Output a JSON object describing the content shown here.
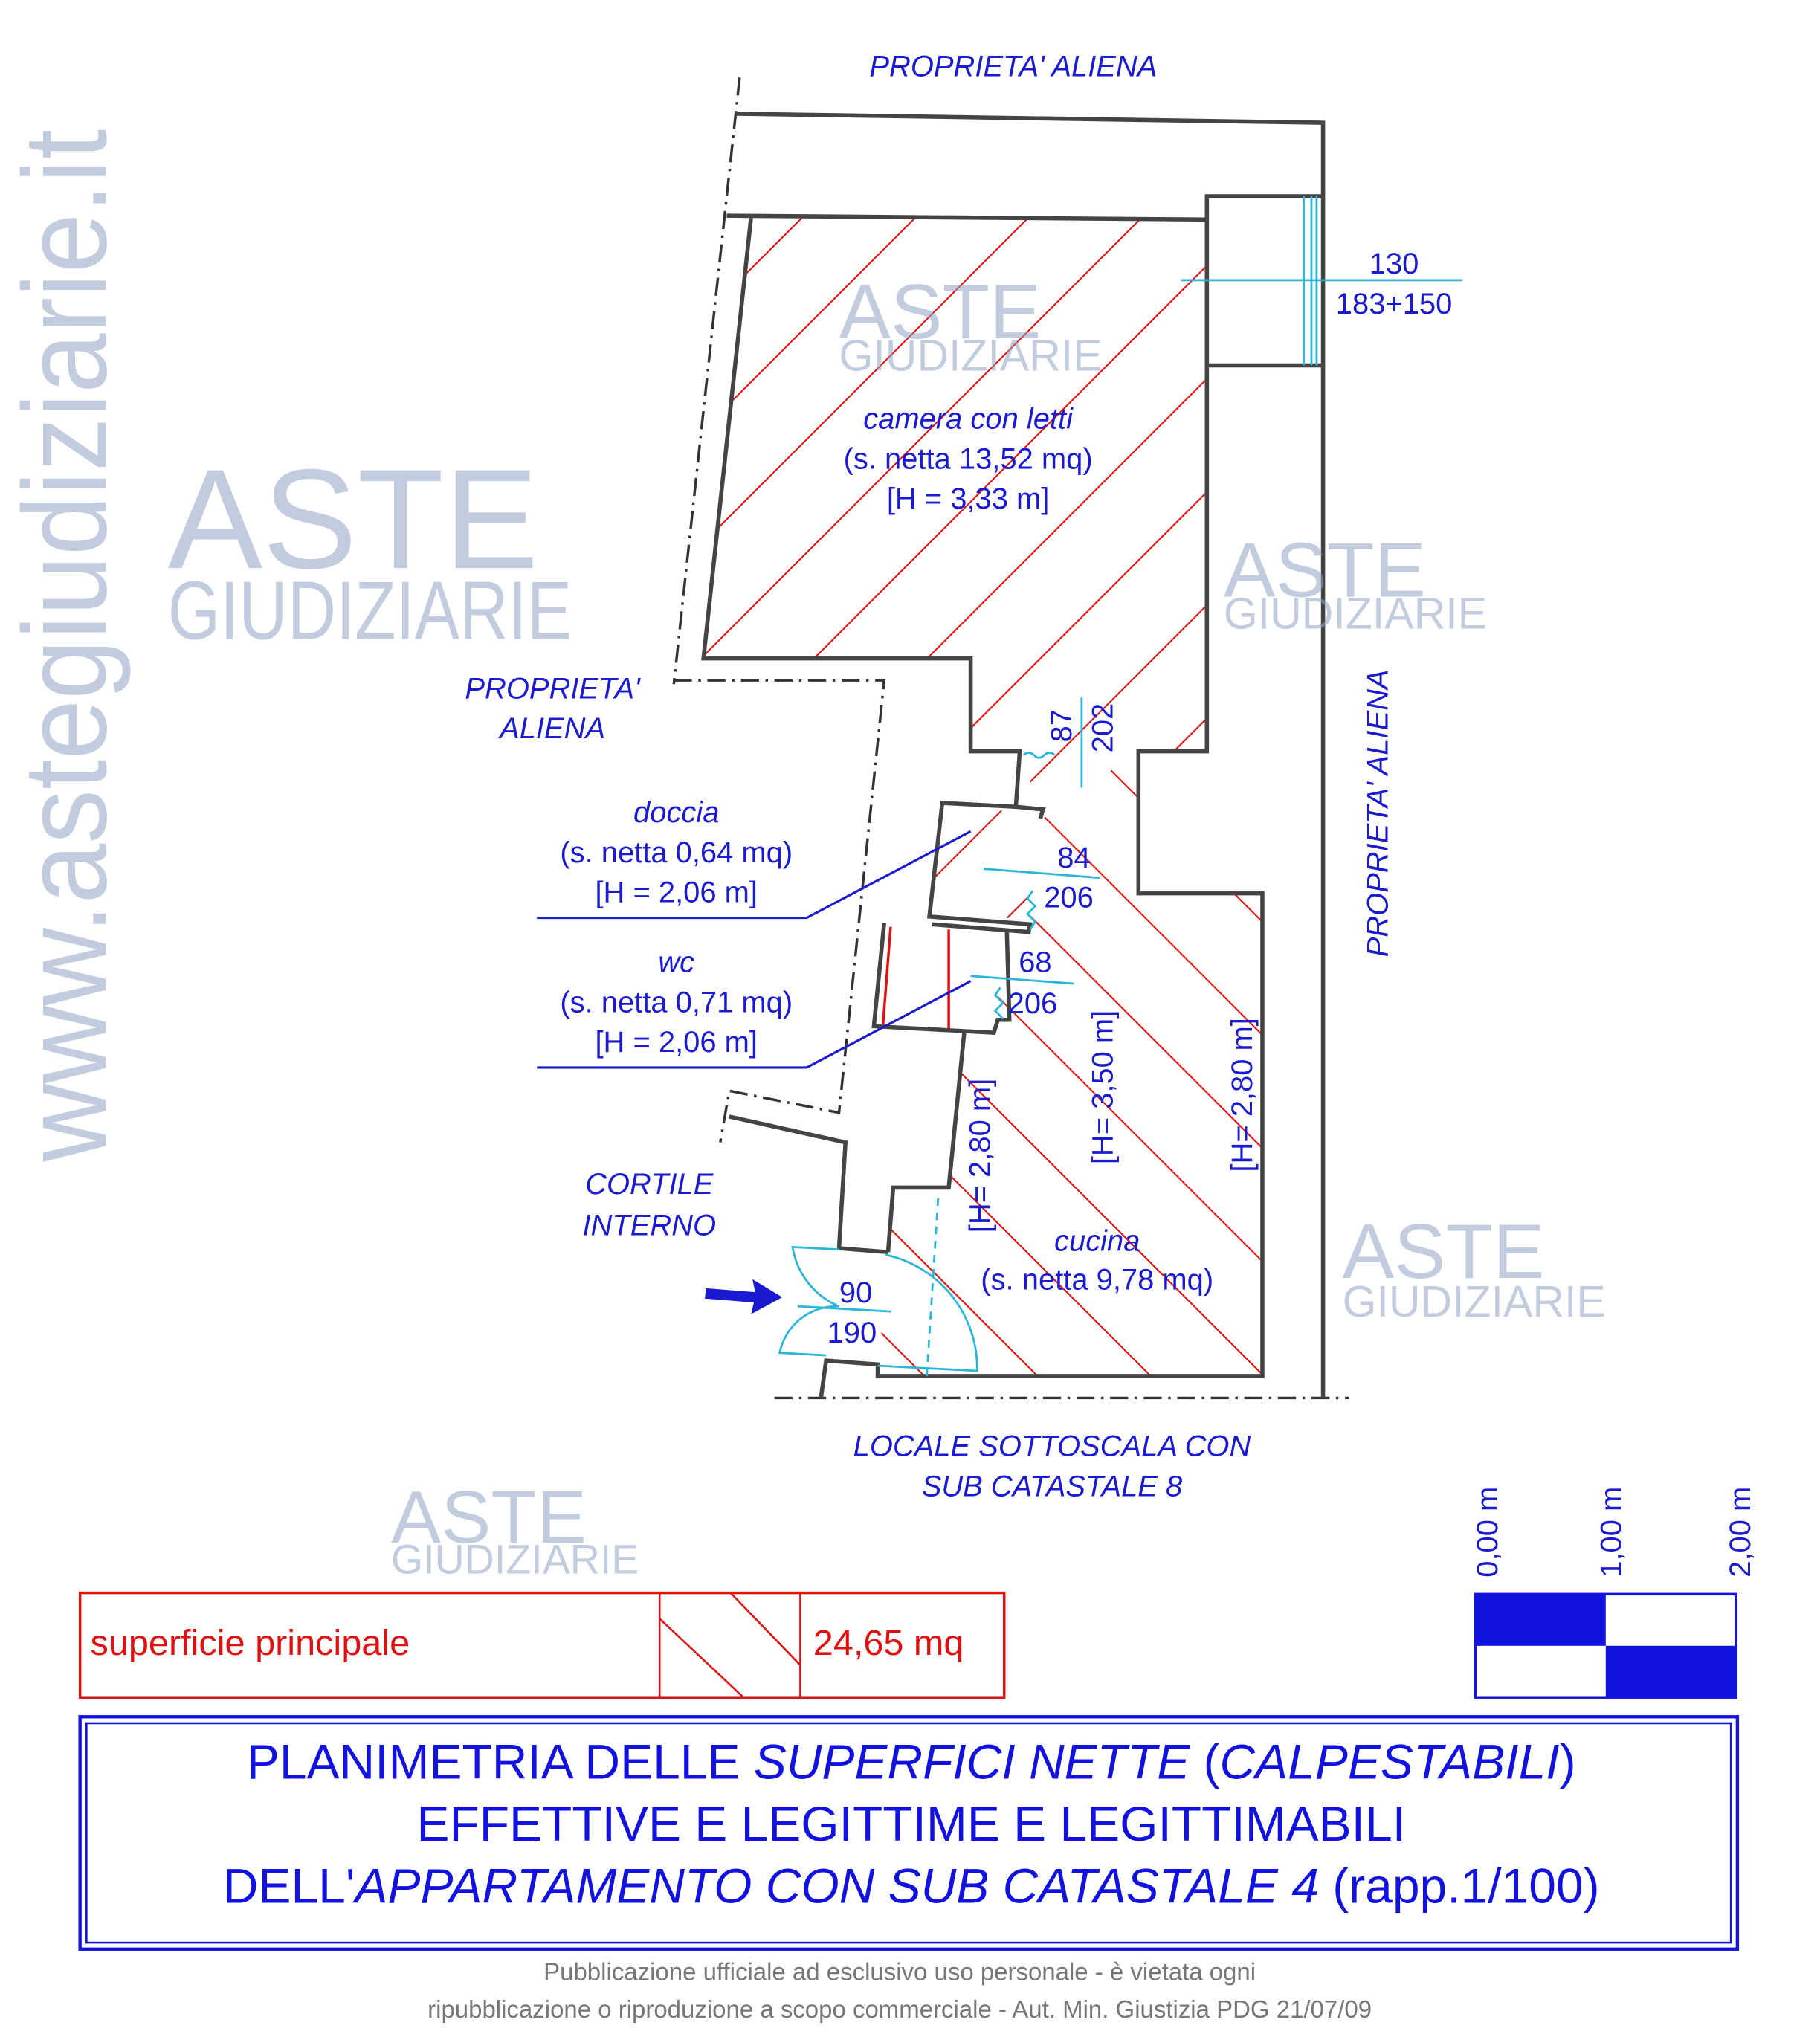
{
  "labels": {
    "top": "PROPRIETA' ALIENA",
    "left_1": "PROPRIETA'",
    "left_2": "ALIENA",
    "right": "PROPRIETA' ALIENA",
    "cortile_1": "CORTILE",
    "cortile_2": "INTERNO",
    "bottom_1": "LOCALE SOTTOSCALA CON",
    "bottom_2": "SUB CATASTALE 8"
  },
  "rooms": {
    "camera": {
      "name": "camera con letti",
      "area": "(s. netta 13,52 mq)",
      "height": "[H = 3,33 m]"
    },
    "doccia": {
      "name": "doccia",
      "area": "(s. netta 0,64 mq)",
      "height": "[H = 2,06 m]"
    },
    "wc": {
      "name": "wc",
      "area": "(s. netta 0,71 mq)",
      "height": "[H = 2,06 m]"
    },
    "cucina": {
      "name": "cucina",
      "area": "(s. netta 9,78 mq)",
      "h1": "[H= 2,80 m]",
      "h2": "[H= 3,50 m]",
      "h3": "[H= 2,80 m]"
    }
  },
  "openings": {
    "window_w": "130",
    "window_h": "183+150",
    "d1_w": "87",
    "d1_h": "202",
    "d2_w": "84",
    "d2_h": "206",
    "d3_w": "68",
    "d3_h": "206",
    "entry_w": "90",
    "entry_h": "190"
  },
  "legend": {
    "label": "superficie principale",
    "value": "24,65 mq"
  },
  "scale": {
    "t0": "0,00 m",
    "t1": "1,00 m",
    "t2": "2,00 m"
  },
  "title": {
    "l1a": "PLANIMETRIA DELLE ",
    "l1b": "SUPERFICI NETTE",
    "l1c": " (",
    "l1d": "CALPESTABILI",
    "l1e": ")",
    "l2": "EFFETTIVE E LEGITTIME E LEGITTIMABILI",
    "l3a": "DELL'",
    "l3b": "APPARTAMENTO CON SUB CATASTALE 4",
    "l3c": " (rapp.1/100)"
  },
  "watermark": {
    "aste": "ASTE",
    "giudiziarie": "GIUDIZIARIE",
    "url": "www.astegiudiziarie.it"
  },
  "footer": {
    "line1": "Pubblicazione ufficiale ad esclusivo uso personale - è vietata ogni",
    "line2": "ripubblicazione o riproduzione a scopo commerciale - Aut. Min. Giustizia PDG 21/07/09"
  },
  "colors": {
    "wall": "#444444",
    "hatch": "#e01010",
    "text": "#1a1ad0",
    "dimension": "#29b6d8"
  }
}
